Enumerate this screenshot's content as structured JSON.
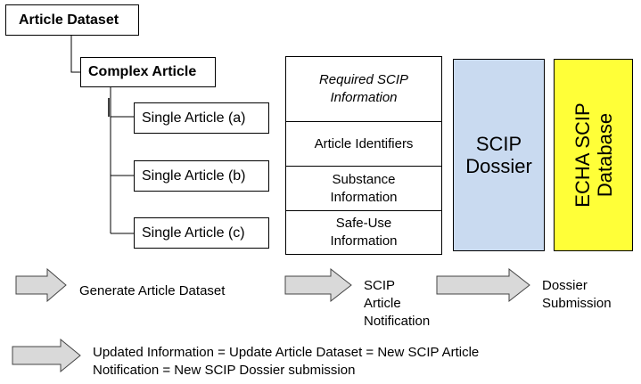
{
  "hierarchy": {
    "article_dataset": "Article Dataset",
    "complex_article": "Complex Article",
    "single_a": "Single Article (a)",
    "single_b": "Single Article (b)",
    "single_c": "Single Article (c)"
  },
  "scip_info": {
    "heading_line1": "Required SCIP",
    "heading_line2": "Information",
    "identifiers": "Article Identifiers",
    "substance_line1": "Substance",
    "substance_line2": "Information",
    "safeuse_line1": "Safe-Use",
    "safeuse_line2": "Information"
  },
  "dossier": {
    "line1": "SCIP",
    "line2": "Dossier"
  },
  "database": {
    "line1": "ECHA SCIP",
    "line2": "Database"
  },
  "process": {
    "generate": "Generate Article Dataset",
    "notification_line1": "SCIP",
    "notification_line2": "Article",
    "notification_line3": "Notification",
    "submission_line1": "Dossier",
    "submission_line2": "Submission"
  },
  "footnote": {
    "line1": "Updated Information = Update Article Dataset = New SCIP Article",
    "line2": "Notification = New SCIP Dossier submission"
  },
  "colors": {
    "dossier_fill": "#c9daf0",
    "database_fill": "#ffff38",
    "arrow_fill": "#d9d9d9",
    "arrow_stroke": "#444444"
  }
}
